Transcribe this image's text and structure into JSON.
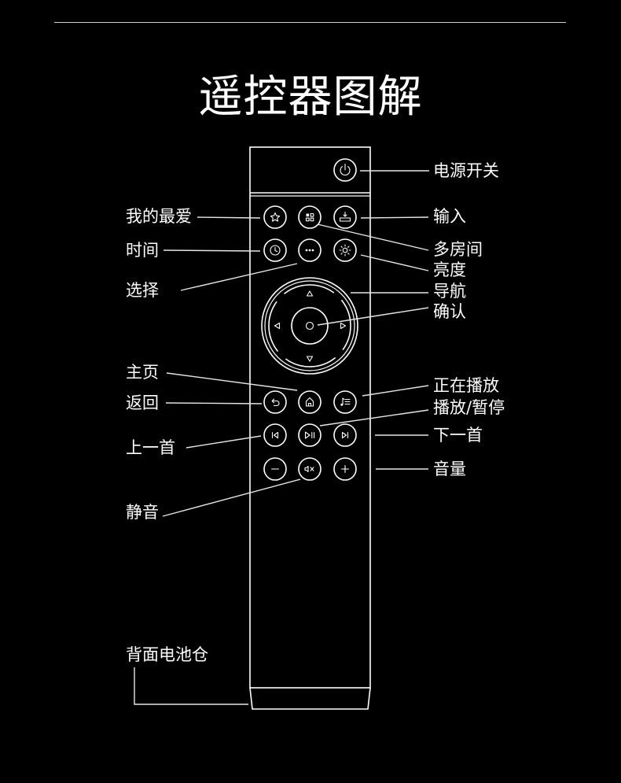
{
  "title": "遥控器图解",
  "labels": {
    "power": "电源开关",
    "favorites": "我的最爱",
    "input": "输入",
    "multiroom": "多房间",
    "time": "时间",
    "brightness": "亮度",
    "select": "选择",
    "navigation": "导航",
    "confirm": "确认",
    "home": "主页",
    "now_playing": "正在播放",
    "back": "返回",
    "play_pause": "播放/暂停",
    "prev_track": "上一首",
    "next_track": "下一首",
    "volume": "音量",
    "mute": "静音",
    "battery": "背面电池仓"
  },
  "colors": {
    "background": "#000000",
    "line": "#ffffff"
  }
}
